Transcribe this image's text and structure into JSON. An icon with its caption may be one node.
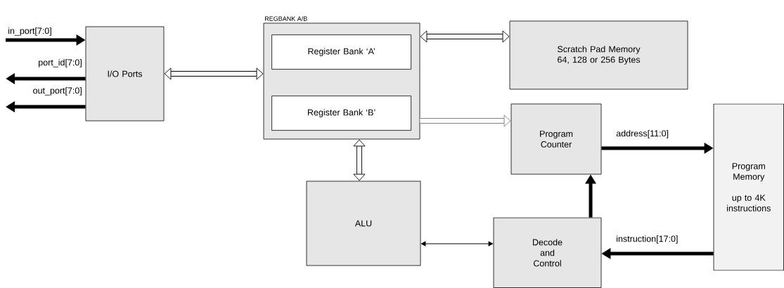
{
  "diagram": {
    "nodes": [
      {
        "text": [
          "I/O Ports"
        ]
      },
      {
        "text": [
          "REGBANK A/B"
        ]
      },
      {
        "text": [
          "Register Bank ‘A’"
        ],
        "in": 1
      },
      {
        "text": [
          "Register Bank ‘B’"
        ],
        "in": 1
      },
      {
        "text": [
          "Scratch Pad Memory 64, 128 or 256 Bytes"
        ]
      },
      {
        "text": [
          "Program Counter"
        ]
      },
      {
        "text": [
          "Program Memory",
          "up to 4K instructions"
        ]
      },
      {
        "text": [
          "ALU"
        ]
      },
      {
        "text": [
          "Decode and Control"
        ]
      }
    ],
    "edges": [
      {
        "from": null,
        "to": 0,
        "arrow": "to",
        "label": "in_port[7:0]"
      },
      {
        "from": 0,
        "to": null,
        "arrow": "to",
        "label": "port_id[7:0]"
      },
      {
        "from": 0,
        "to": null,
        "arrow": "to",
        "label": "out_port[7:0]"
      },
      {
        "from": 0,
        "to": 1,
        "arrow": "both"
      },
      {
        "from": 1,
        "to": 4,
        "arrow": "both"
      },
      {
        "from": 1,
        "to": 5,
        "arrow": "to",
        "color": "#808080"
      },
      {
        "from": 1,
        "to": 7,
        "arrow": "both"
      },
      {
        "from": 7,
        "to": 8,
        "arrow": "both"
      },
      {
        "from": 8,
        "to": 5,
        "arrow": "to"
      },
      {
        "from": 5,
        "to": 6,
        "arrow": "to",
        "label": "address[11:0]"
      },
      {
        "from": 6,
        "to": 8,
        "arrow": "to",
        "label": "instruction[17:0]"
      }
    ]
  }
}
